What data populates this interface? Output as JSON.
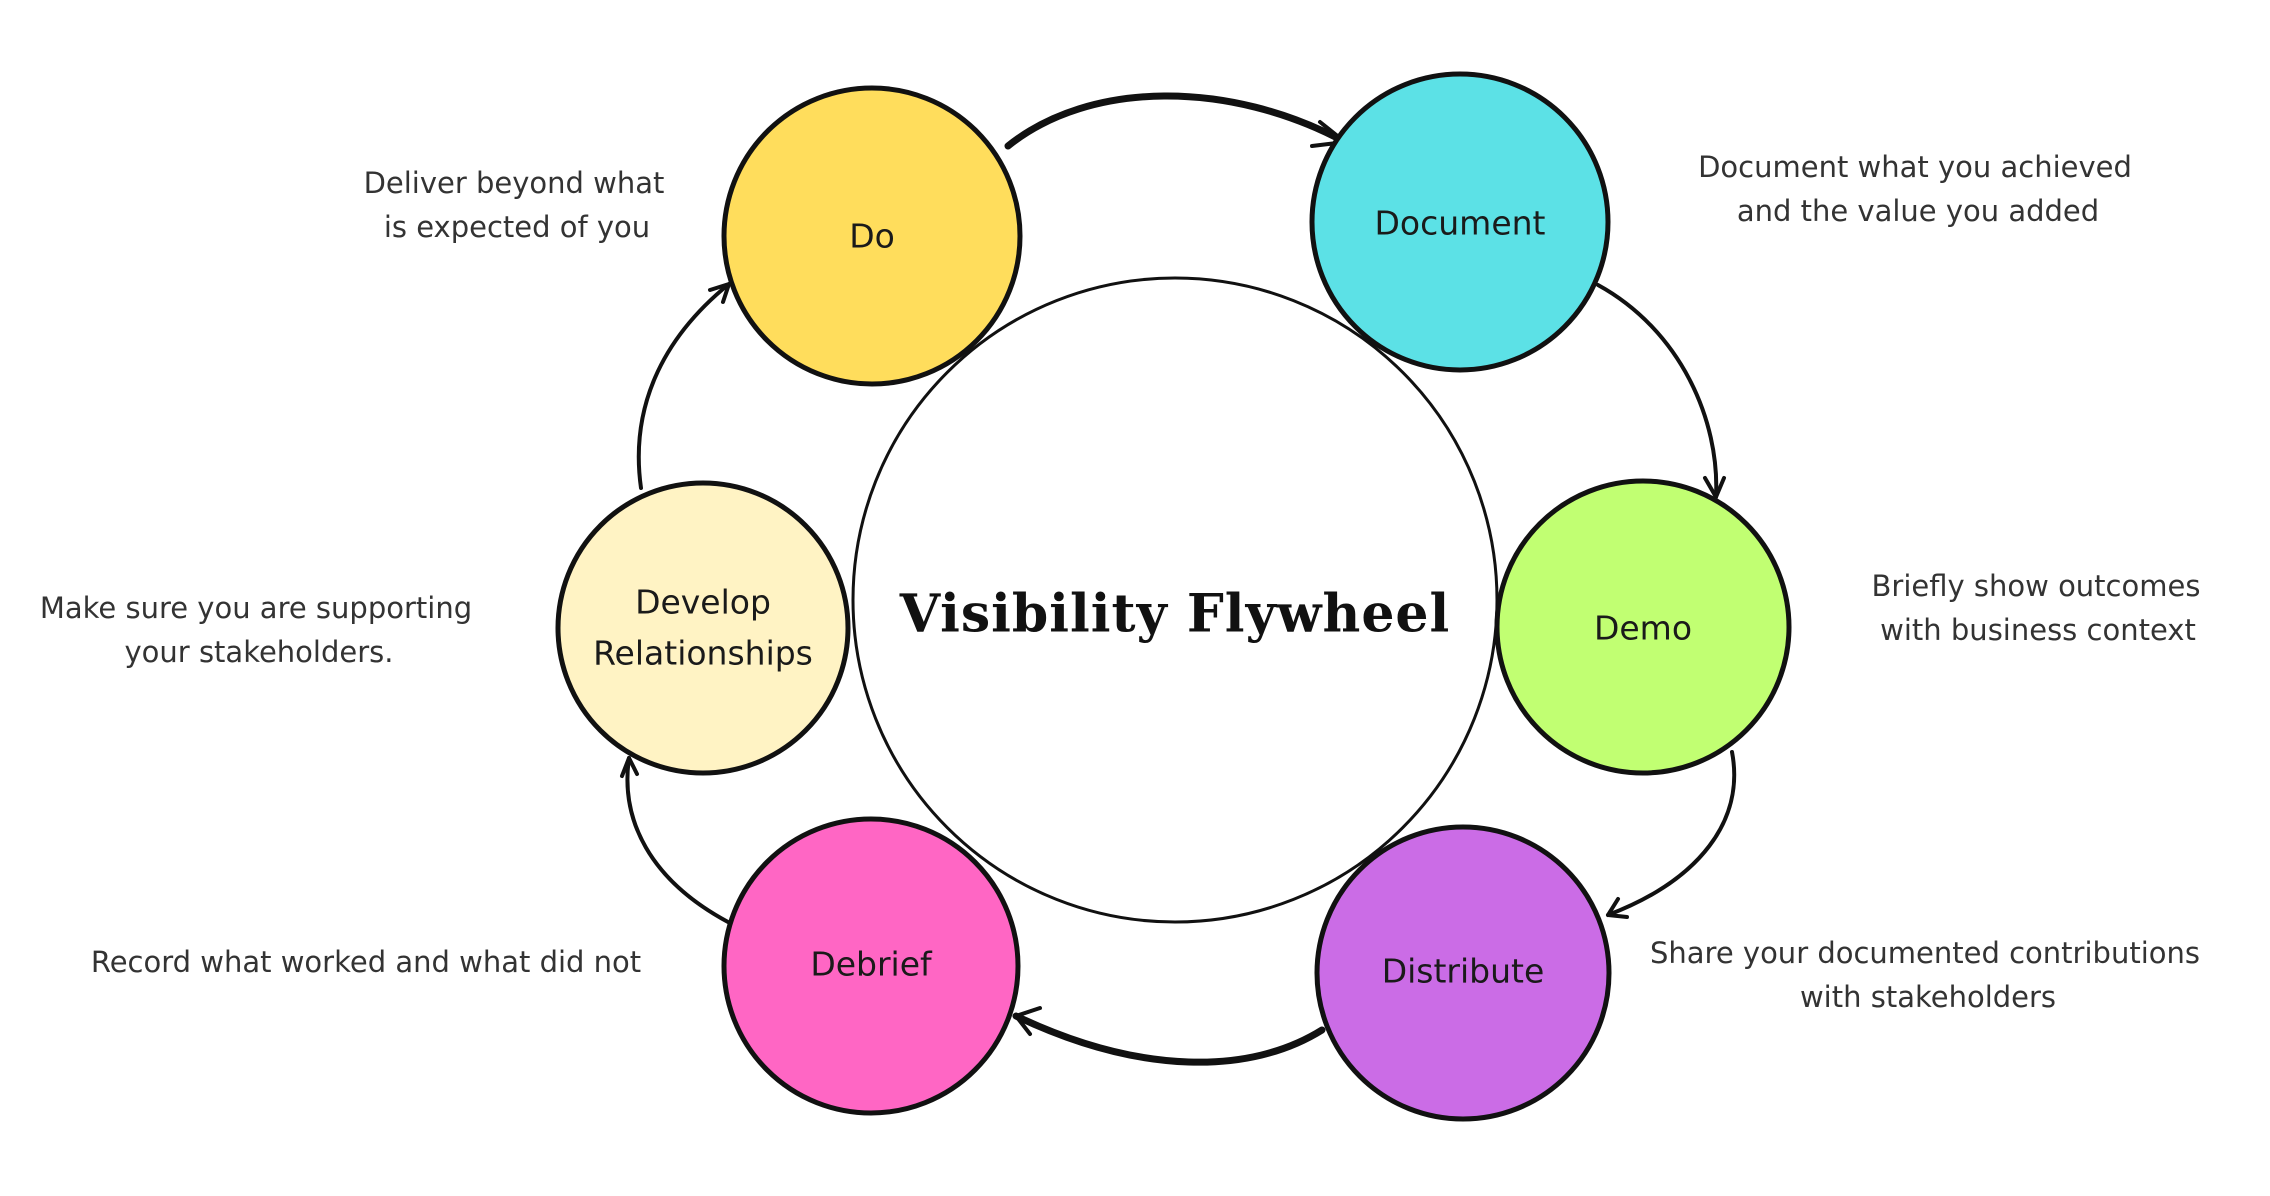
{
  "diagram": {
    "title": "Visibility Flywheel",
    "flow_direction": "clockwise",
    "nodes": [
      {
        "id": "do",
        "label_lines": [
          "Do"
        ],
        "color": "#FFDD5C",
        "description_lines": [
          "Deliver beyond what",
          "is expected of you"
        ]
      },
      {
        "id": "document",
        "label_lines": [
          "Document"
        ],
        "color": "#5CE1E6",
        "description_lines": [
          "Document what you achieved",
          "and the value you added"
        ]
      },
      {
        "id": "demo",
        "label_lines": [
          "Demo"
        ],
        "color": "#C1FF72",
        "description_lines": [
          "Briefly show outcomes",
          "with business context"
        ]
      },
      {
        "id": "distribute",
        "label_lines": [
          "Distribute"
        ],
        "color": "#CB6CE6",
        "description_lines": [
          "Share your documented contributions",
          "with stakeholders"
        ]
      },
      {
        "id": "debrief",
        "label_lines": [
          "Debrief"
        ],
        "color": "#FF66C4",
        "description_lines": [
          "Record what worked and what did not"
        ]
      },
      {
        "id": "develop-relationships",
        "label_lines": [
          "Develop",
          "Relationships"
        ],
        "color": "#FFF3C4",
        "description_lines": [
          "Make sure you are supporting",
          "your stakeholders."
        ]
      }
    ],
    "edges": [
      {
        "from": "do",
        "to": "document"
      },
      {
        "from": "document",
        "to": "demo"
      },
      {
        "from": "demo",
        "to": "distribute"
      },
      {
        "from": "distribute",
        "to": "debrief"
      },
      {
        "from": "debrief",
        "to": "develop-relationships"
      },
      {
        "from": "develop-relationships",
        "to": "do"
      }
    ]
  }
}
